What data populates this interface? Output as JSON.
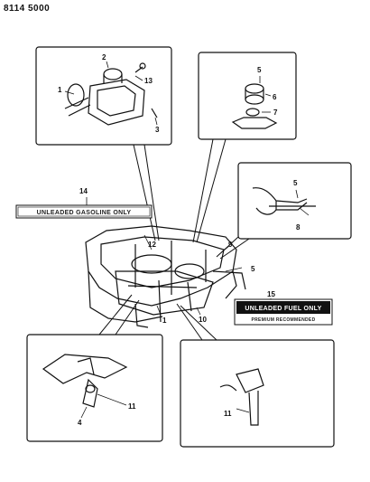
{
  "header": {
    "part_number": "8114 5000"
  },
  "callouts": {
    "c1_top": "1",
    "c2": "2",
    "c13": "13",
    "c3": "3",
    "c5_top": "5",
    "c6": "6",
    "c7": "7",
    "c5_mid": "5",
    "c8": "8",
    "c14": "14",
    "c12": "12",
    "c9": "9",
    "c5_main": "5",
    "c1_main": "1",
    "c10": "10",
    "c15": "15",
    "c11_left": "11",
    "c4": "4",
    "c11_right": "11"
  },
  "decals": {
    "unleaded_only": "UNLEADED GASOLINE ONLY",
    "unleaded_fuel_line1": "UNLEADED FUEL ONLY",
    "unleaded_fuel_line2": "PREMIUM RECOMMENDED"
  }
}
